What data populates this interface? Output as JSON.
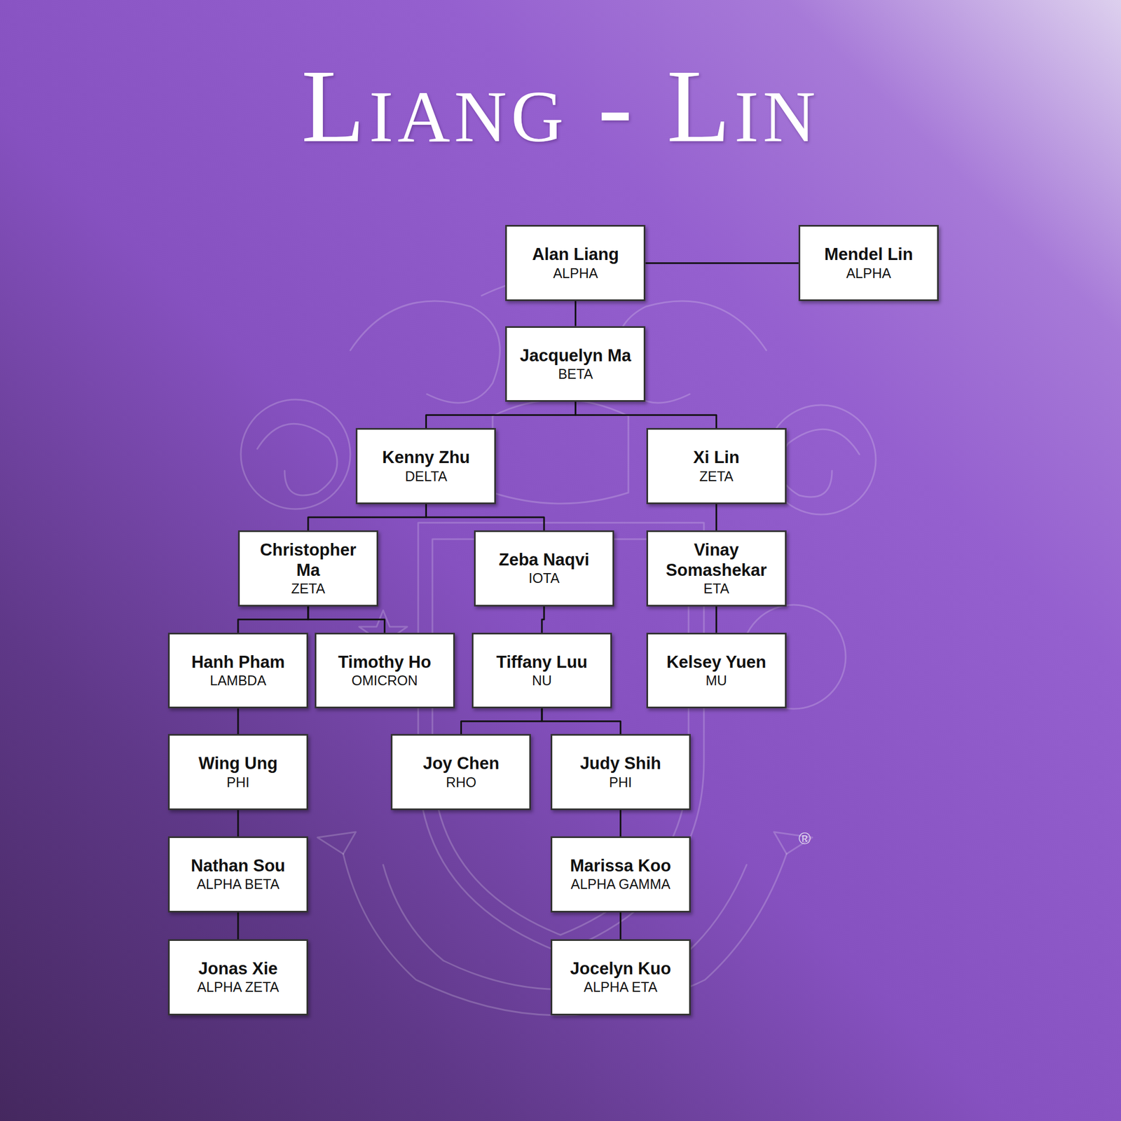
{
  "diagram": {
    "title": "Liang - Lin",
    "nodes": [
      {
        "text": [
          "Alan Liang",
          "ALPHA"
        ]
      },
      {
        "text": [
          "Mendel Lin",
          "ALPHA"
        ]
      },
      {
        "text": [
          "Jacquelyn Ma",
          "BETA"
        ]
      },
      {
        "text": [
          "Kenny Zhu",
          "DELTA"
        ]
      },
      {
        "text": [
          "Xi Lin",
          "ZETA"
        ]
      },
      {
        "text": [
          "Christopher Ma",
          "ZETA"
        ]
      },
      {
        "text": [
          "Zeba Naqvi",
          "IOTA"
        ]
      },
      {
        "text": [
          "Vinay Somashekar",
          "ETA"
        ]
      },
      {
        "text": [
          "Hanh Pham",
          "LAMBDA"
        ]
      },
      {
        "text": [
          "Timothy Ho",
          "OMICRON"
        ]
      },
      {
        "text": [
          "Tiffany Luu",
          "NU"
        ]
      },
      {
        "text": [
          "Kelsey Yuen",
          "MU"
        ]
      },
      {
        "text": [
          "Wing Ung",
          "PHI"
        ]
      },
      {
        "text": [
          "Joy Chen",
          "RHO"
        ]
      },
      {
        "text": [
          "Judy Shih",
          "PHI"
        ]
      },
      {
        "text": [
          "Nathan Sou",
          "ALPHA BETA"
        ]
      },
      {
        "text": [
          "Marissa Koo",
          "ALPHA GAMMA"
        ]
      },
      {
        "text": [
          "Jonas Xie",
          "ALPHA ZETA"
        ]
      },
      {
        "text": [
          "Jocelyn Kuo",
          "ALPHA ETA"
        ]
      }
    ],
    "edges": [
      {
        "from": 0,
        "to": 1,
        "arrow": "none"
      },
      {
        "from": 0,
        "to": 2,
        "arrow": "none"
      },
      {
        "from": 2,
        "to": 3,
        "arrow": "none"
      },
      {
        "from": 2,
        "to": 4,
        "arrow": "none"
      },
      {
        "from": 3,
        "to": 5,
        "arrow": "none"
      },
      {
        "from": 3,
        "to": 6,
        "arrow": "none"
      },
      {
        "from": 4,
        "to": 7,
        "arrow": "none"
      },
      {
        "from": 5,
        "to": 8,
        "arrow": "none"
      },
      {
        "from": 5,
        "to": 9,
        "arrow": "none"
      },
      {
        "from": 6,
        "to": 10,
        "arrow": "none"
      },
      {
        "from": 7,
        "to": 11,
        "arrow": "none"
      },
      {
        "from": 8,
        "to": 12,
        "arrow": "none"
      },
      {
        "from": 10,
        "to": 13,
        "arrow": "none"
      },
      {
        "from": 10,
        "to": 14,
        "arrow": "none"
      },
      {
        "from": 12,
        "to": 15,
        "arrow": "none"
      },
      {
        "from": 14,
        "to": 16,
        "arrow": "none"
      },
      {
        "from": 15,
        "to": 17,
        "arrow": "none"
      },
      {
        "from": 16,
        "to": 18,
        "arrow": "none"
      }
    ],
    "labels": [
      "®"
    ]
  }
}
